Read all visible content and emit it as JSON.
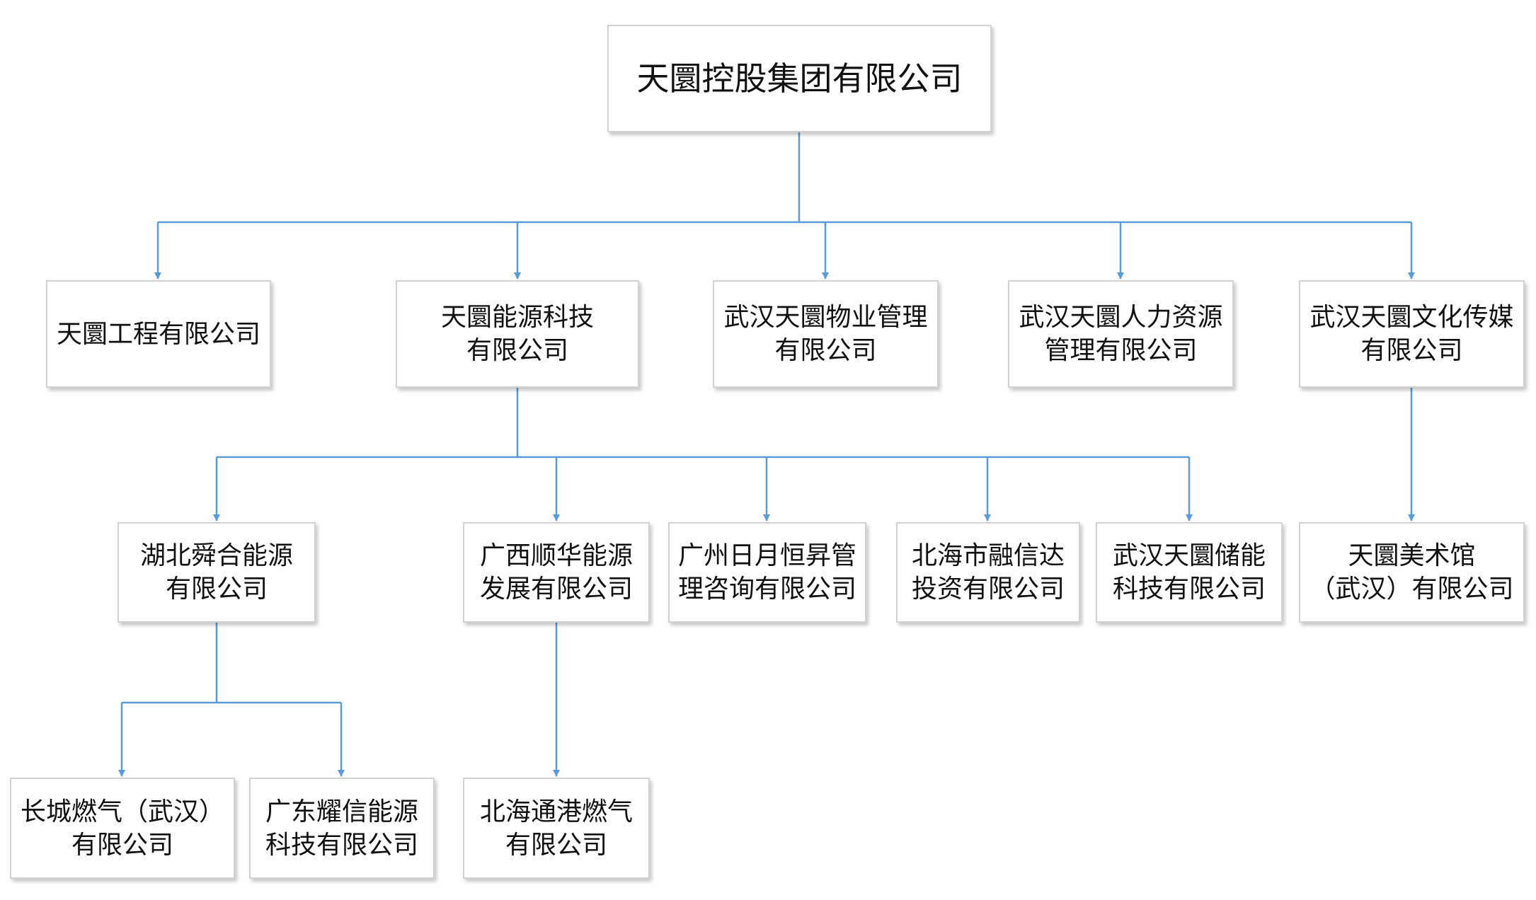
{
  "root": {
    "line1": "天圜控股集团有限公司"
  },
  "level1": [
    {
      "line1": "天圜工程有限公司"
    },
    {
      "line1": "天圜能源科技",
      "line2": "有限公司"
    },
    {
      "line1": "武汉天圜物业管理",
      "line2": "有限公司"
    },
    {
      "line1": "武汉天圜人力资源",
      "line2": "管理有限公司"
    },
    {
      "line1": "武汉天圜文化传媒",
      "line2": "有限公司"
    }
  ],
  "level2": [
    {
      "line1": "湖北舜合能源",
      "line2": "有限公司"
    },
    {
      "line1": "广西顺华能源",
      "line2": "发展有限公司"
    },
    {
      "line1": "广州日月恒昇管",
      "line2": "理咨询有限公司"
    },
    {
      "line1": "北海市融信达",
      "line2": "投资有限公司"
    },
    {
      "line1": "武汉天圜储能",
      "line2": "科技有限公司"
    },
    {
      "line1": "天圜美术馆",
      "line2": "（武汉）有限公司"
    }
  ],
  "level3": [
    {
      "line1": "长城燃气（武汉）",
      "line2": "有限公司"
    },
    {
      "line1": "广东耀信能源",
      "line2": "科技有限公司"
    },
    {
      "line1": "北海通港燃气",
      "line2": "有限公司"
    }
  ],
  "colors": {
    "connector": "#5b9bd5",
    "box_border": "#d2d2d2",
    "text": "#111111"
  }
}
